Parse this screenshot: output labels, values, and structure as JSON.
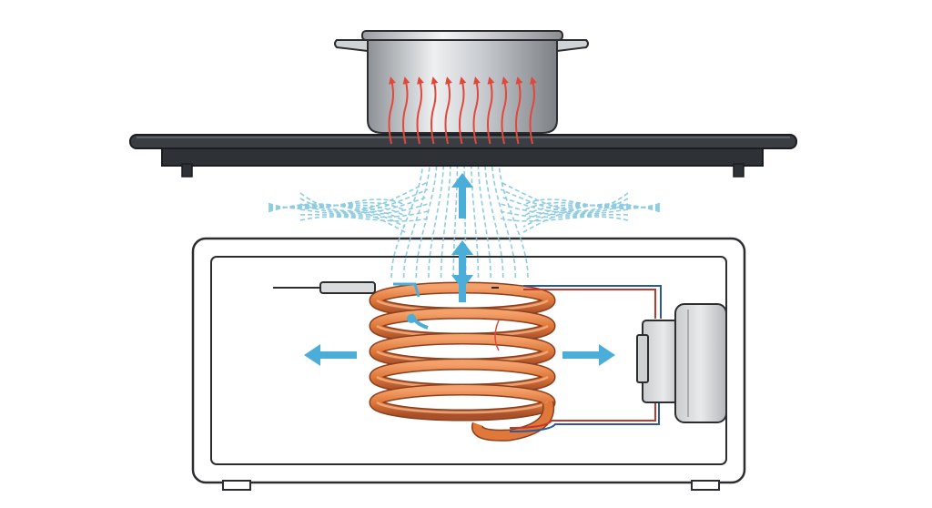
{
  "diagram": {
    "components": [
      {
        "id": "pot",
        "icon": "cooking-pot-icon"
      },
      {
        "id": "cooktop-glass",
        "icon": "glass-plate-icon"
      },
      {
        "id": "magnetic-field",
        "icon": "field-lines-icon"
      },
      {
        "id": "induction-coil",
        "icon": "copper-coil-icon"
      },
      {
        "id": "control-module",
        "icon": "electronics-box-icon"
      },
      {
        "id": "temperature-probe",
        "icon": "probe-icon"
      },
      {
        "id": "housing",
        "icon": "enclosure-icon"
      }
    ],
    "colors": {
      "heat": "#e2473a",
      "field": "#7cc4dc",
      "arrow": "#4aaed8",
      "copper": "#e0783a",
      "copper_dark": "#b3552a",
      "glass": "#3a3d42",
      "steel": "#b8bcc0",
      "wire_red": "#c0392b",
      "wire_blue": "#2b5a9c"
    }
  }
}
